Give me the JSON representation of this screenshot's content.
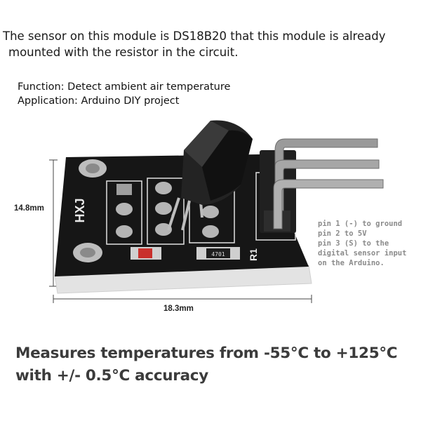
{
  "intro": {
    "line1": "The sensor on this module is DS18B20 that this module is already",
    "line2": "mounted with the resistor  in the circuit."
  },
  "spec": {
    "function": "Function: Detect ambient air temperature",
    "application": "Application: Arduino DIY project"
  },
  "pins": [
    "pin 1 (-) to ground",
    "pin 2 to 5V",
    "pin 3 (S) to the",
    "digital sensor  input",
    "on the Arduino."
  ],
  "dimensions": {
    "height": "14.8mm",
    "width": "18.3mm"
  },
  "board_labels": {
    "brand": "HXJ",
    "resistor_ref": "R1",
    "resistor_code": "4701"
  },
  "headline": {
    "line1": "Measures temperatures from -55°C to +125°C",
    "line2": "with +/- 0.5°C accuracy"
  }
}
